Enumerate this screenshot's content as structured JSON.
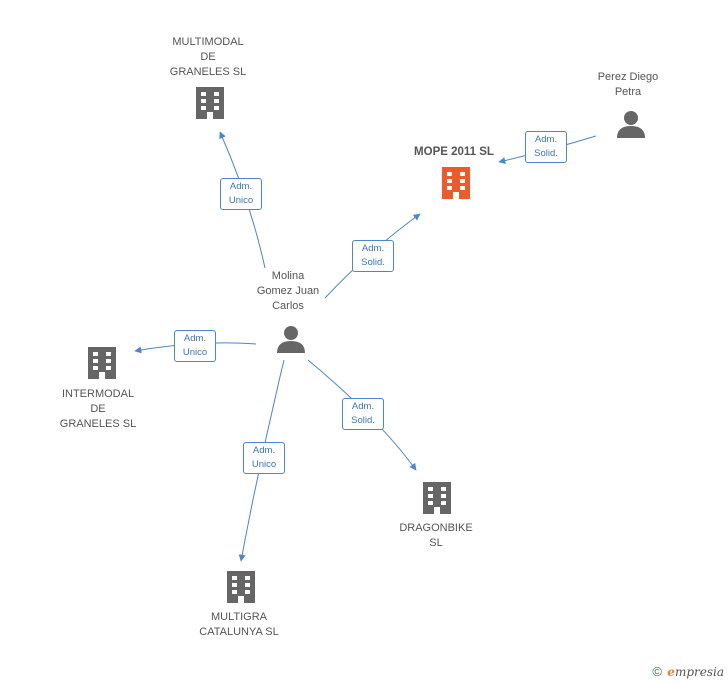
{
  "colors": {
    "edge": "#4a86d3",
    "building": "#666666",
    "building_focus": "#f05a28",
    "person": "#666666"
  },
  "nodes": {
    "multimodal": {
      "label": "MULTIMODAL\nDE\nGRANELES SL",
      "icon": "building-icon"
    },
    "mope": {
      "label": "MOPE 2011 SL",
      "icon": "building-icon"
    },
    "perez": {
      "label": "Perez Diego\nPetra",
      "icon": "person-icon"
    },
    "molina": {
      "label": "Molina\nGomez Juan\nCarlos",
      "icon": "person-icon"
    },
    "intermodal": {
      "label": "INTERMODAL\nDE\nGRANELES SL",
      "icon": "building-icon"
    },
    "dragonbike": {
      "label": "DRAGONBIKE\nSL",
      "icon": "building-icon"
    },
    "multigra": {
      "label": "MULTIGRA\nCATALUNYA  SL",
      "icon": "building-icon"
    }
  },
  "edges": {
    "to_multimodal": {
      "line1": "Adm.",
      "line2": "Unico"
    },
    "to_mope": {
      "line1": "Adm.",
      "line2": "Solid."
    },
    "perez_to_mope": {
      "line1": "Adm.",
      "line2": "Solid."
    },
    "to_intermodal": {
      "line1": "Adm.",
      "line2": "Unico"
    },
    "to_dragonbike": {
      "line1": "Adm.",
      "line2": "Solid."
    },
    "to_multigra": {
      "line1": "Adm.",
      "line2": "Unico"
    }
  },
  "footer": {
    "copyright": "©",
    "brand_initial": "e",
    "brand_rest": "mpresia"
  }
}
